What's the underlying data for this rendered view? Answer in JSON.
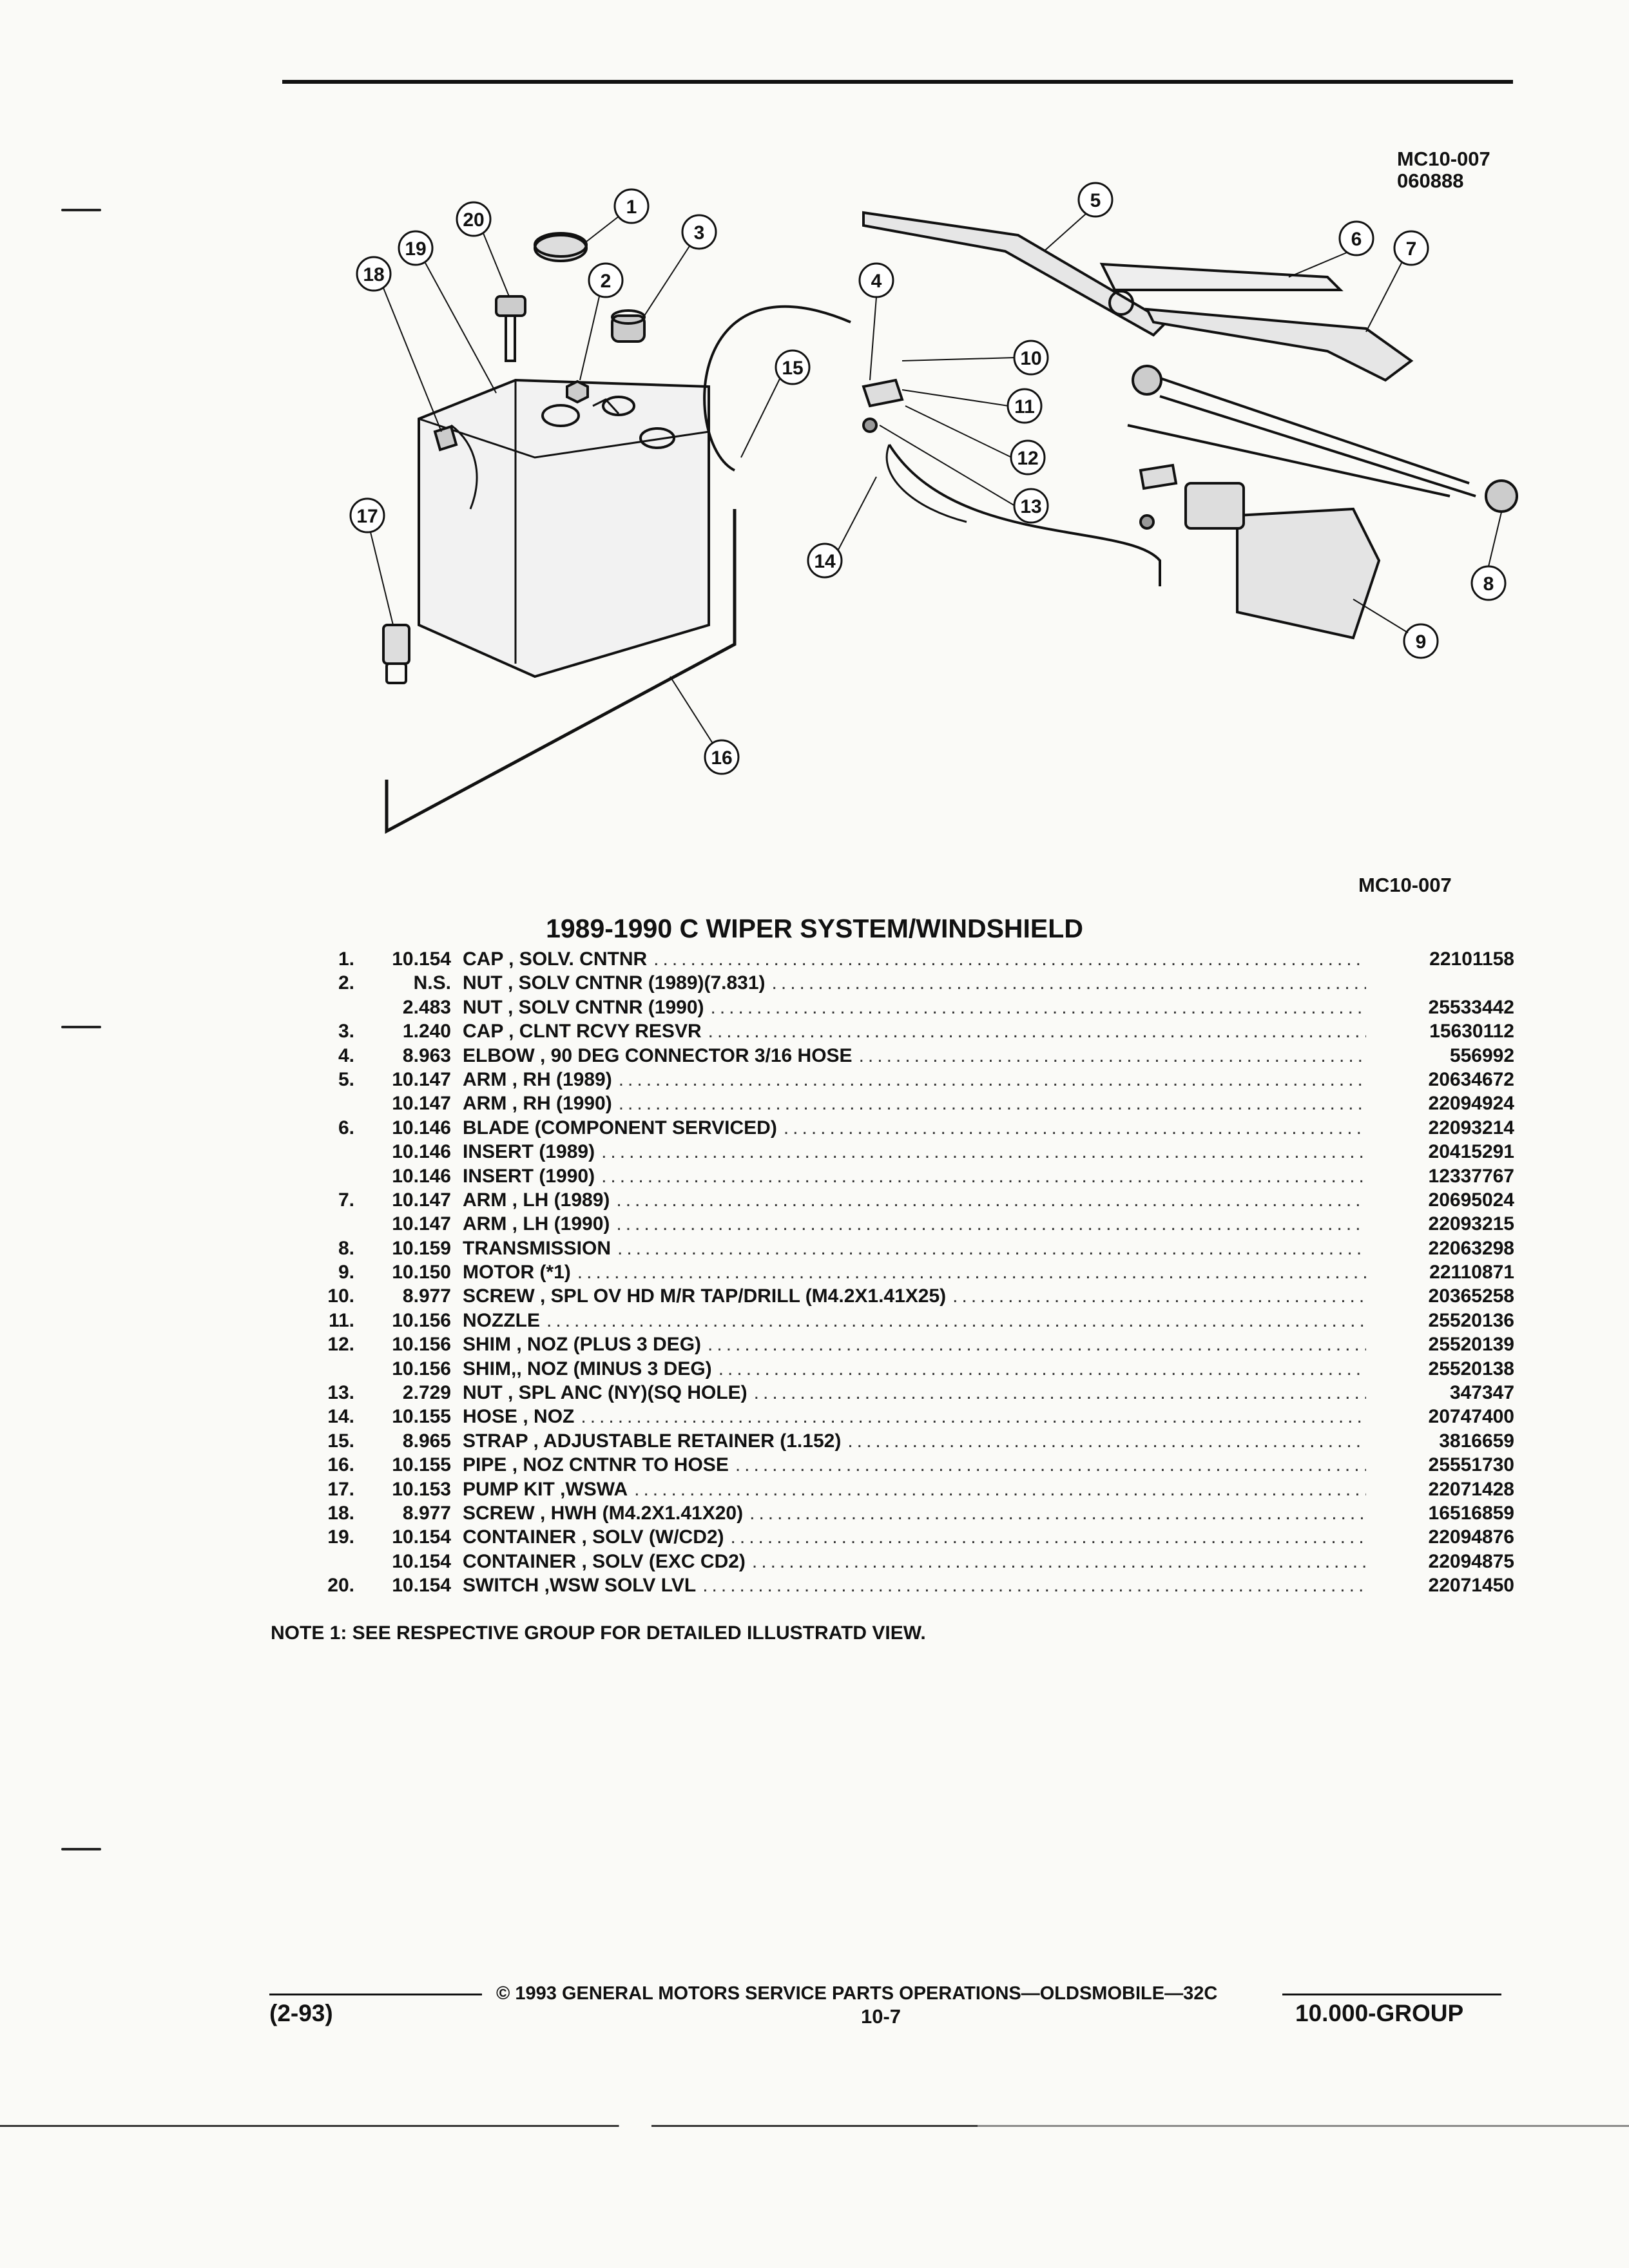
{
  "figure": {
    "code_top": "MC10-007",
    "date_code": "060888",
    "code_bottom": "MC10-007",
    "callouts": [
      "1",
      "2",
      "3",
      "4",
      "5",
      "6",
      "7",
      "8",
      "9",
      "10",
      "11",
      "12",
      "13",
      "14",
      "15",
      "16",
      "17",
      "18",
      "19",
      "20"
    ]
  },
  "title": "1989-1990 C WIPER SYSTEM/WINDSHIELD",
  "parts": [
    {
      "num": "1.",
      "group": "10.154",
      "desc": "CAP , SOLV. CNTNR",
      "pn": "22101158"
    },
    {
      "num": "2.",
      "group": "N.S.",
      "desc": "NUT , SOLV CNTNR (1989)(7.831)",
      "pn": ""
    },
    {
      "num": "",
      "group": "2.483",
      "desc": "NUT , SOLV CNTNR (1990)",
      "pn": "25533442"
    },
    {
      "num": "3.",
      "group": "1.240",
      "desc": "CAP , CLNT RCVY RESVR",
      "pn": "15630112"
    },
    {
      "num": "4.",
      "group": "8.963",
      "desc": "ELBOW , 90 DEG CONNECTOR 3/16 HOSE",
      "pn": "556992"
    },
    {
      "num": "5.",
      "group": "10.147",
      "desc": "ARM , RH (1989)",
      "pn": "20634672"
    },
    {
      "num": "",
      "group": "10.147",
      "desc": "ARM , RH (1990)",
      "pn": "22094924"
    },
    {
      "num": "6.",
      "group": "10.146",
      "desc": "BLADE (COMPONENT SERVICED)",
      "pn": "22093214"
    },
    {
      "num": "",
      "group": "10.146",
      "desc": "INSERT (1989)",
      "pn": "20415291"
    },
    {
      "num": "",
      "group": "10.146",
      "desc": "INSERT (1990)",
      "pn": "12337767"
    },
    {
      "num": "7.",
      "group": "10.147",
      "desc": "ARM , LH (1989)",
      "pn": "20695024"
    },
    {
      "num": "",
      "group": "10.147",
      "desc": "ARM , LH (1990)",
      "pn": "22093215"
    },
    {
      "num": "8.",
      "group": "10.159",
      "desc": "TRANSMISSION",
      "pn": "22063298"
    },
    {
      "num": "9.",
      "group": "10.150",
      "desc": "MOTOR (*1)",
      "pn": "22110871"
    },
    {
      "num": "10.",
      "group": "8.977",
      "desc": "SCREW , SPL OV HD M/R TAP/DRILL (M4.2X1.41X25)",
      "pn": "20365258"
    },
    {
      "num": "11.",
      "group": "10.156",
      "desc": "NOZZLE",
      "pn": "25520136"
    },
    {
      "num": "12.",
      "group": "10.156",
      "desc": "SHIM , NOZ (PLUS 3 DEG)",
      "pn": "25520139"
    },
    {
      "num": "",
      "group": "10.156",
      "desc": "SHIM,, NOZ (MINUS 3 DEG)",
      "pn": "25520138"
    },
    {
      "num": "13.",
      "group": "2.729",
      "desc": "NUT , SPL ANC (NY)(SQ HOLE)",
      "pn": "347347"
    },
    {
      "num": "14.",
      "group": "10.155",
      "desc": "HOSE , NOZ",
      "pn": "20747400"
    },
    {
      "num": "15.",
      "group": "8.965",
      "desc": "STRAP , ADJUSTABLE RETAINER (1.152)",
      "pn": "3816659"
    },
    {
      "num": "16.",
      "group": "10.155",
      "desc": "PIPE , NOZ CNTNR TO HOSE",
      "pn": "25551730"
    },
    {
      "num": "17.",
      "group": "10.153",
      "desc": "PUMP KIT ,WSWA",
      "pn": "22071428"
    },
    {
      "num": "18.",
      "group": "8.977",
      "desc": "SCREW , HWH (M4.2X1.41X20)",
      "pn": "16516859"
    },
    {
      "num": "19.",
      "group": "10.154",
      "desc": "CONTAINER , SOLV (W/CD2)",
      "pn": "22094876"
    },
    {
      "num": "",
      "group": "10.154",
      "desc": "CONTAINER , SOLV (EXC CD2)",
      "pn": "22094875"
    },
    {
      "num": "20.",
      "group": "10.154",
      "desc": "SWITCH ,WSW SOLV LVL",
      "pn": "22071450"
    }
  ],
  "note": "NOTE 1: SEE RESPECTIVE GROUP FOR DETAILED ILLUSTRATD VIEW.",
  "footer": {
    "revision": "(2-93)",
    "copyright": "© 1993 GENERAL MOTORS SERVICE PARTS OPERATIONS—OLDSMOBILE—32C",
    "page": "10-7",
    "group": "10.000-GROUP"
  }
}
